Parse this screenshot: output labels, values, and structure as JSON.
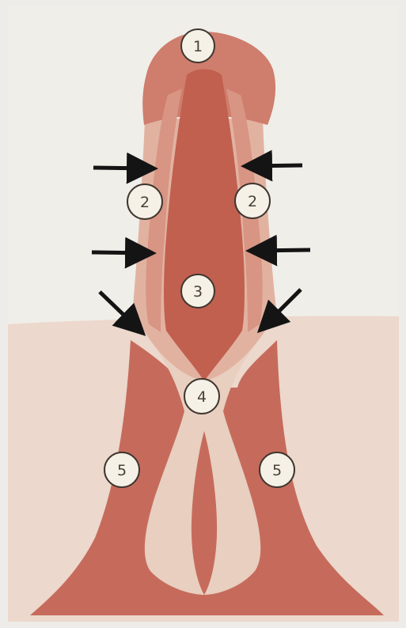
{
  "colors": {
    "paper": "#efeee9",
    "skin": "#ecd8cc",
    "tissue_dark": "#c66b5c",
    "tissue_mid": "#d48a7a",
    "tissue_light": "#e6c2b2",
    "arrow": "#141414",
    "marker_fill": "#f5f1e6",
    "marker_stroke": "#3f362f"
  },
  "markers": [
    {
      "id": "1",
      "label": "1"
    },
    {
      "id": "2-left",
      "label": "2"
    },
    {
      "id": "2-right",
      "label": "2"
    },
    {
      "id": "3",
      "label": "3"
    },
    {
      "id": "4",
      "label": "4"
    },
    {
      "id": "5-left",
      "label": "5"
    },
    {
      "id": "5-right",
      "label": "5"
    }
  ],
  "arrows": [
    {
      "id": "upper-left",
      "direction": "right"
    },
    {
      "id": "upper-right",
      "direction": "left"
    },
    {
      "id": "middle-left",
      "direction": "right"
    },
    {
      "id": "middle-right",
      "direction": "left"
    },
    {
      "id": "lower-left",
      "direction": "down-right"
    },
    {
      "id": "lower-right",
      "direction": "down-left"
    }
  ]
}
